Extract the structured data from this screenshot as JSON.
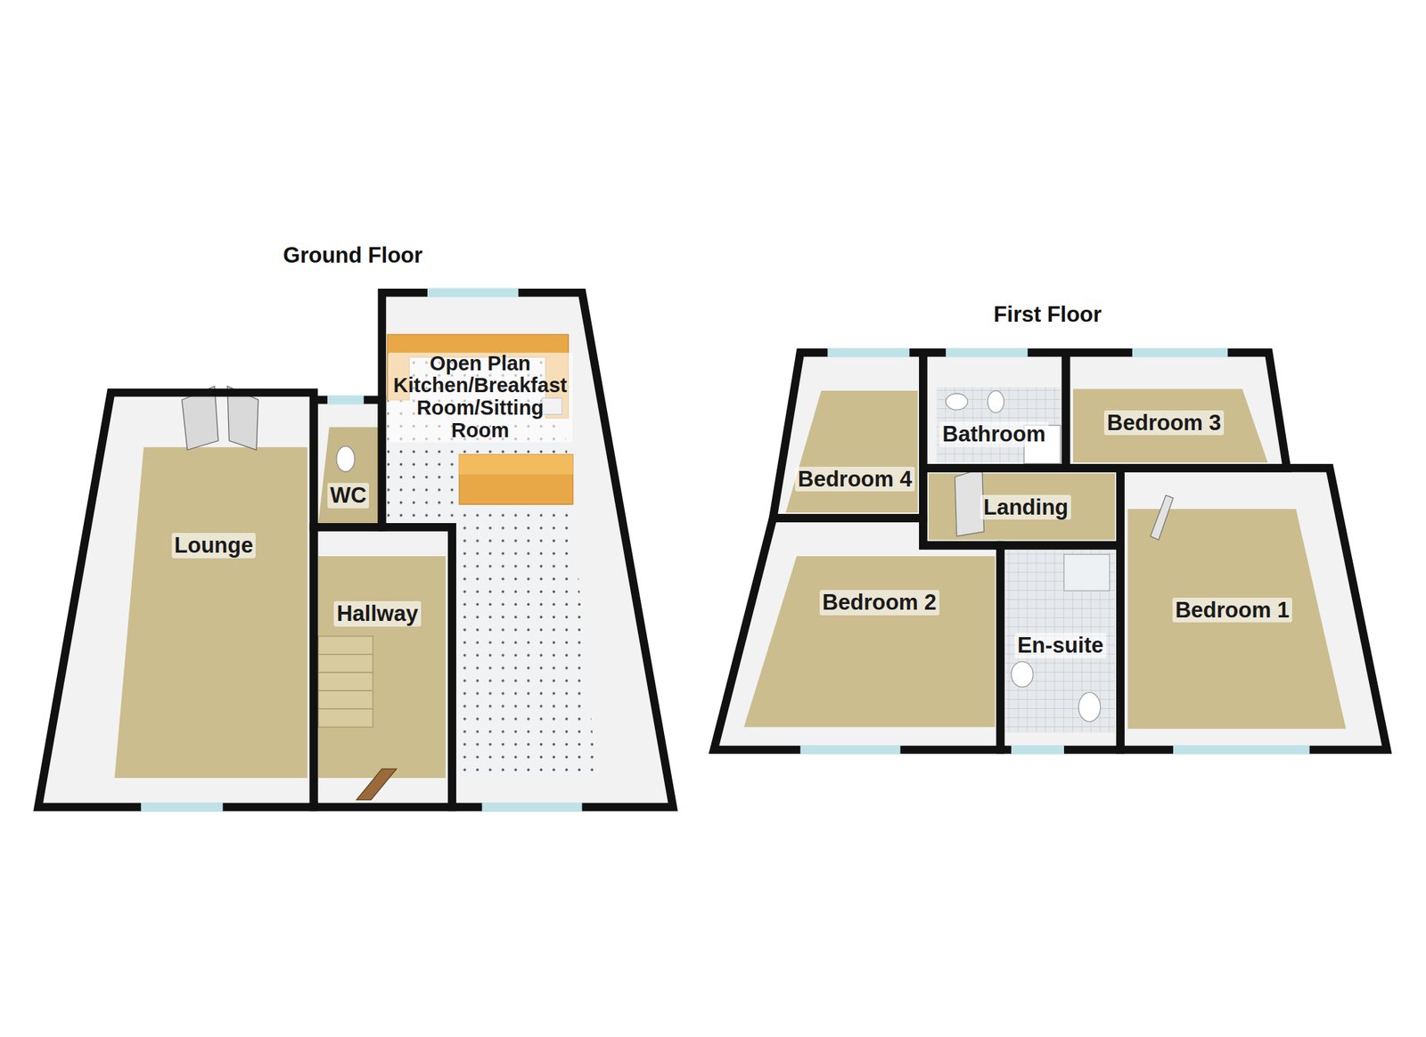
{
  "diagram": {
    "nodes": [
      {
        "text": [
          "Ground Floor"
        ]
      },
      {
        "text": [
          "Lounge"
        ],
        "in": 0
      },
      {
        "text": [
          "WC"
        ],
        "in": 0
      },
      {
        "text": [
          "Hallway"
        ],
        "in": 0
      },
      {
        "text": [
          "Open Plan Kitchen/Breakfast Room/Sitting Room"
        ],
        "in": 0
      },
      {
        "text": [
          "First Floor"
        ]
      },
      {
        "text": [
          "Bedroom 4"
        ],
        "in": 5
      },
      {
        "text": [
          "Bathroom"
        ],
        "in": 5
      },
      {
        "text": [
          "Bedroom 3"
        ],
        "in": 5
      },
      {
        "text": [
          "Landing"
        ],
        "in": 5
      },
      {
        "text": [
          "Bedroom 2"
        ],
        "in": 5
      },
      {
        "text": [
          "En-suite"
        ],
        "in": 5
      },
      {
        "text": [
          "Bedroom 1"
        ],
        "in": 5
      }
    ]
  }
}
